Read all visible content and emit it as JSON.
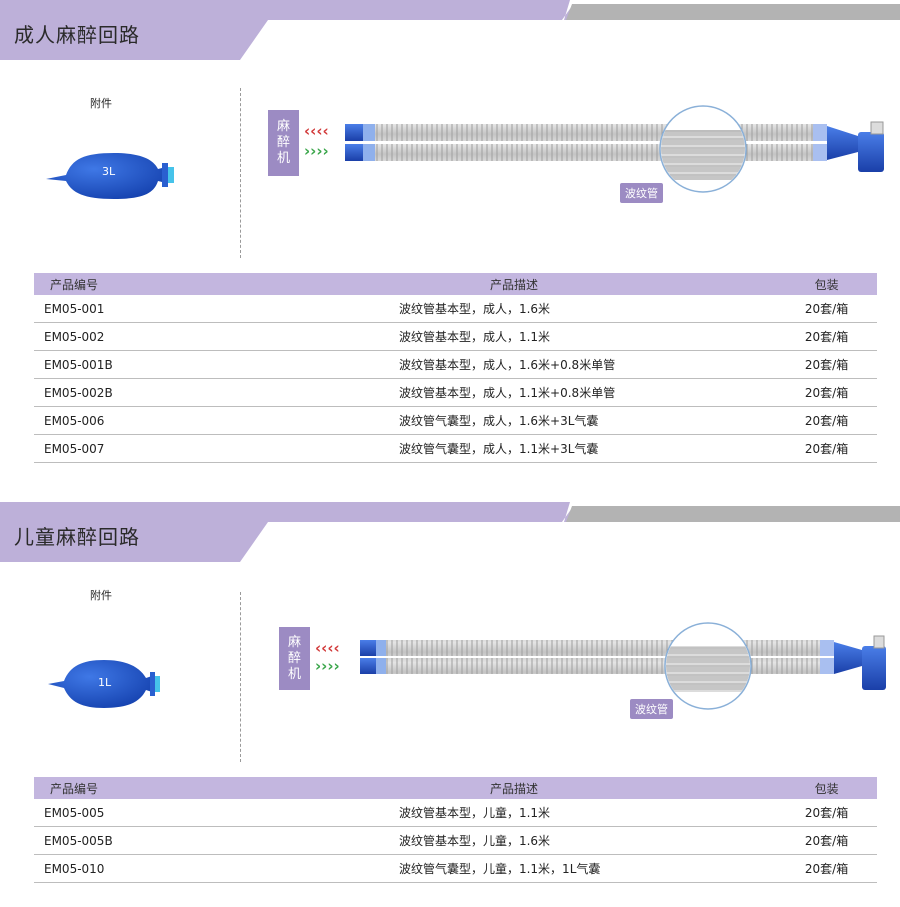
{
  "sections": [
    {
      "title": "成人麻醉回路",
      "accessory_label": "附件",
      "bag_volume": "3L",
      "machine_label": "麻醉机",
      "arrow_in": "‹‹‹‹",
      "arrow_out": "››››",
      "hose_label": "波纹管",
      "table": {
        "headers": [
          "产品编号",
          "产品描述",
          "包装"
        ],
        "rows": [
          {
            "code": "EM05-001",
            "desc": "波纹管基本型，成人，1.6米",
            "pack": "20套/箱"
          },
          {
            "code": "EM05-002",
            "desc": "波纹管基本型，成人，1.1米",
            "pack": "20套/箱"
          },
          {
            "code": "EM05-001B",
            "desc": "波纹管基本型，成人，1.6米+0.8米单管",
            "pack": "20套/箱"
          },
          {
            "code": "EM05-002B",
            "desc": "波纹管基本型，成人，1.1米+0.8米单管",
            "pack": "20套/箱"
          },
          {
            "code": "EM05-006",
            "desc": "波纹管气囊型，成人，1.6米+3L气囊",
            "pack": "20套/箱"
          },
          {
            "code": "EM05-007",
            "desc": "波纹管气囊型，成人，1.1米+3L气囊",
            "pack": "20套/箱"
          }
        ]
      }
    },
    {
      "title": "儿童麻醉回路",
      "accessory_label": "附件",
      "bag_volume": "1L",
      "machine_label": "麻醉机",
      "arrow_in": "‹‹‹‹",
      "arrow_out": "››››",
      "hose_label": "波纹管",
      "table": {
        "headers": [
          "产品编号",
          "产品描述",
          "包装"
        ],
        "rows": [
          {
            "code": "EM05-005",
            "desc": "波纹管基本型，儿童，1.1米",
            "pack": "20套/箱"
          },
          {
            "code": "EM05-005B",
            "desc": "波纹管基本型，儿童，1.6米",
            "pack": "20套/箱"
          },
          {
            "code": "EM05-010",
            "desc": "波纹管气囊型，儿童，1.1米，1L气囊",
            "pack": "20套/箱"
          }
        ]
      }
    }
  ],
  "colors": {
    "banner_purple": "#bdb0d9",
    "banner_gray": "#b3b3b3",
    "machine_purple": "#9c8bc3",
    "table_header": "#c3b6df",
    "bag_blue": "#1f55c8",
    "arrow_red": "#d23a3a",
    "arrow_green": "#3aa64a"
  }
}
